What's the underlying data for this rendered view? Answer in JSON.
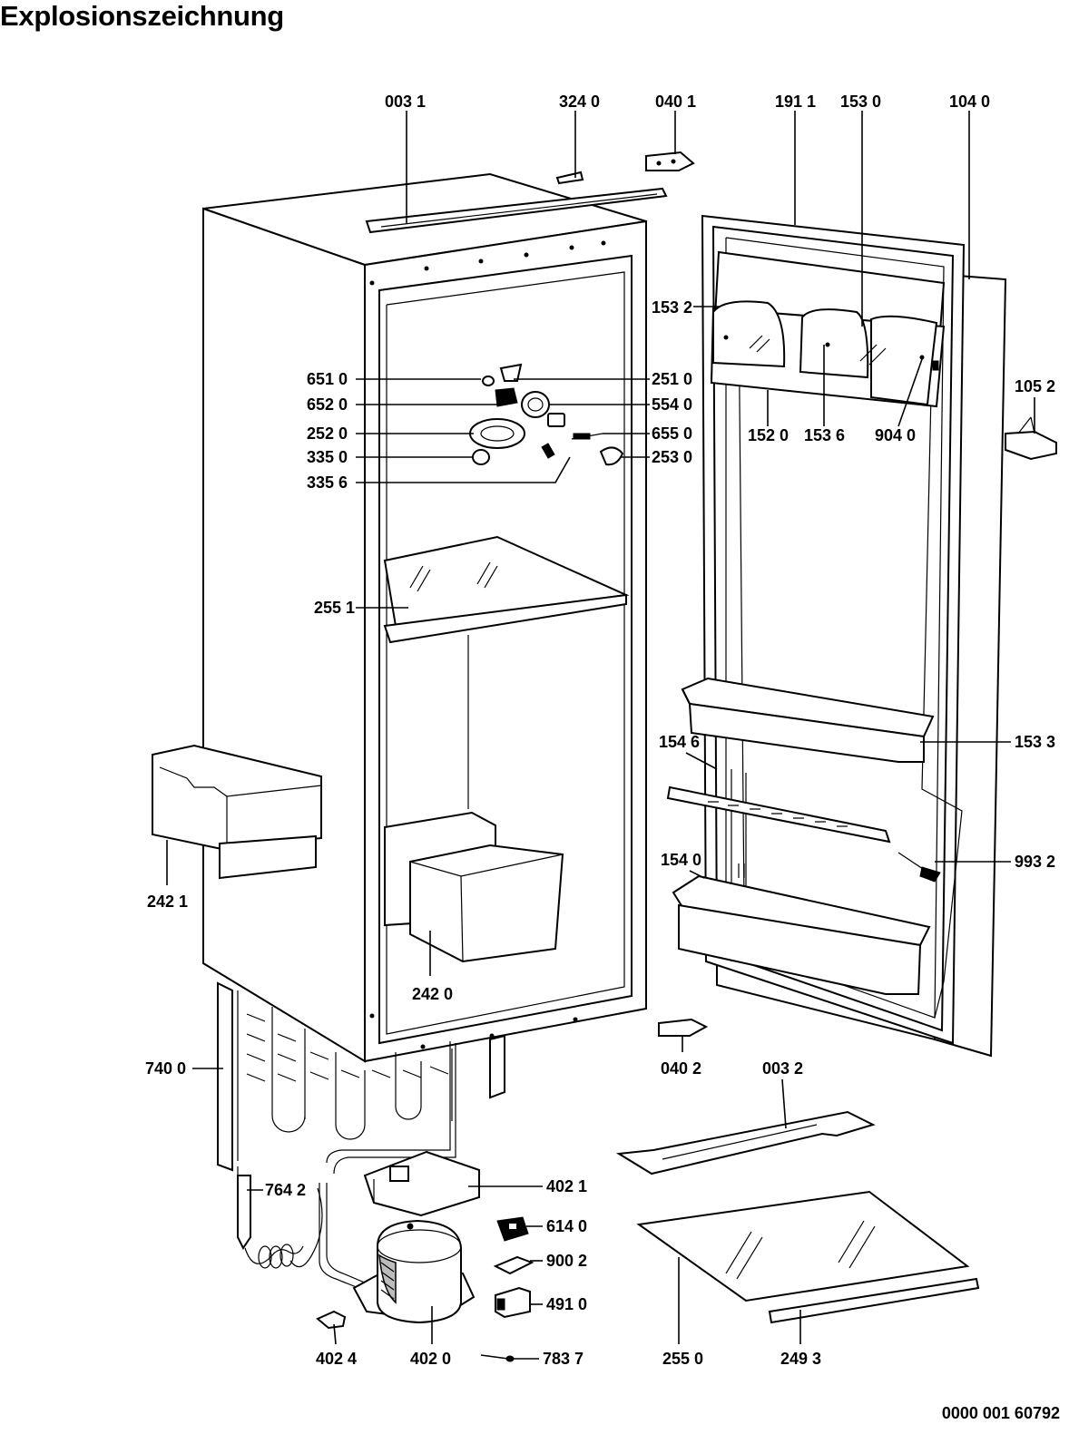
{
  "title": "Explosionszeichnung",
  "document_number": "0000 001 60792",
  "labels": [
    "003 1",
    "324 0",
    "040 1",
    "191 1",
    "153 0",
    "104 0",
    "153 2",
    "651 0",
    "251 0",
    "652 0",
    "554 0",
    "252 0",
    "655 0",
    "335 0",
    "253 0",
    "335 6",
    "152 0",
    "153 6",
    "904 0",
    "105 2",
    "255 1",
    "154 6",
    "153 3",
    "993 2",
    "154 0",
    "242 1",
    "242 0",
    "740 0",
    "040 2",
    "003 2",
    "764 2",
    "402 1",
    "614 0",
    "900 2",
    "491 0",
    "402 4",
    "402 0",
    "783 7",
    "255 0",
    "249 3"
  ]
}
